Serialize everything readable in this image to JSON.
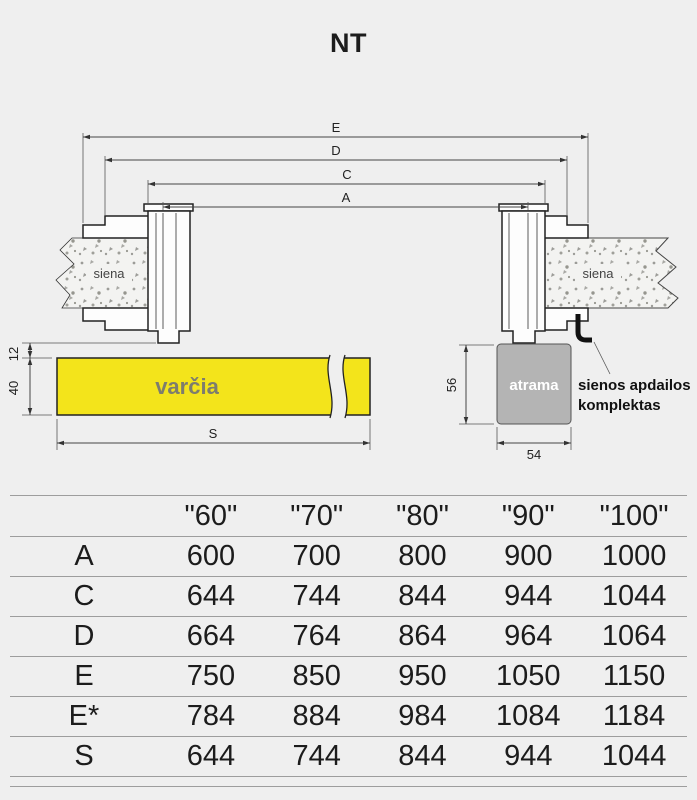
{
  "title": "NT",
  "diagram": {
    "wall_label_left": "siena",
    "wall_label_right": "siena",
    "door_label": "varčia",
    "support_label": "atrama",
    "note_line1": "sienos apdailos",
    "note_line2": "komplektas",
    "dims": {
      "e": "E",
      "d": "D",
      "c": "C",
      "a": "A",
      "s": "S",
      "v12": "12",
      "v40": "40",
      "v56": "56",
      "v54": "54"
    },
    "colors": {
      "door": "#f3e41b",
      "support": "#b4b4b4",
      "background": "#efefef"
    }
  },
  "table": {
    "headers": [
      "\"60\"",
      "\"70\"",
      "\"80\"",
      "\"90\"",
      "\"100\""
    ],
    "rows": [
      {
        "label": "A",
        "values": [
          "600",
          "700",
          "800",
          "900",
          "1000"
        ]
      },
      {
        "label": "C",
        "values": [
          "644",
          "744",
          "844",
          "944",
          "1044"
        ]
      },
      {
        "label": "D",
        "values": [
          "664",
          "764",
          "864",
          "964",
          "1064"
        ]
      },
      {
        "label": "E",
        "values": [
          "750",
          "850",
          "950",
          "1050",
          "1150"
        ]
      },
      {
        "label": "E*",
        "values": [
          "784",
          "884",
          "984",
          "1084",
          "1184"
        ]
      },
      {
        "label": "S",
        "values": [
          "644",
          "744",
          "844",
          "944",
          "1044"
        ]
      }
    ]
  }
}
